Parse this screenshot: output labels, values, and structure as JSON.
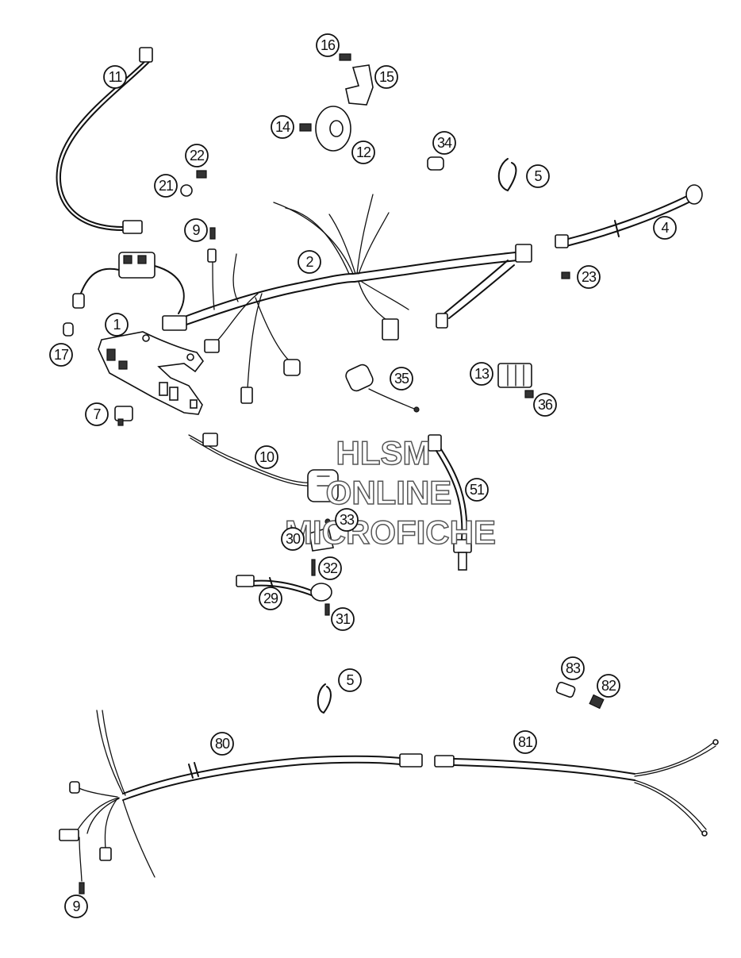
{
  "watermark": {
    "line1": "HLSM",
    "line2": "ONLINE",
    "line3": "MICROFICHE"
  },
  "callouts": [
    {
      "id": "c1",
      "label": "1"
    },
    {
      "id": "c2",
      "label": "2"
    },
    {
      "id": "c4",
      "label": "4"
    },
    {
      "id": "c5a",
      "label": "5"
    },
    {
      "id": "c5b",
      "label": "5"
    },
    {
      "id": "c7",
      "label": "7"
    },
    {
      "id": "c9a",
      "label": "9"
    },
    {
      "id": "c9b",
      "label": "9"
    },
    {
      "id": "c10",
      "label": "10"
    },
    {
      "id": "c11",
      "label": "11"
    },
    {
      "id": "c12",
      "label": "12"
    },
    {
      "id": "c13",
      "label": "13"
    },
    {
      "id": "c14",
      "label": "14"
    },
    {
      "id": "c15",
      "label": "15"
    },
    {
      "id": "c16",
      "label": "16"
    },
    {
      "id": "c17",
      "label": "17"
    },
    {
      "id": "c21",
      "label": "21"
    },
    {
      "id": "c22",
      "label": "22"
    },
    {
      "id": "c23",
      "label": "23"
    },
    {
      "id": "c29",
      "label": "29"
    },
    {
      "id": "c30",
      "label": "30"
    },
    {
      "id": "c31",
      "label": "31"
    },
    {
      "id": "c32",
      "label": "32"
    },
    {
      "id": "c33",
      "label": "33"
    },
    {
      "id": "c34",
      "label": "34"
    },
    {
      "id": "c35",
      "label": "35"
    },
    {
      "id": "c36",
      "label": "36"
    },
    {
      "id": "c51",
      "label": "51"
    },
    {
      "id": "c80",
      "label": "80"
    },
    {
      "id": "c81",
      "label": "81"
    },
    {
      "id": "c82",
      "label": "82"
    },
    {
      "id": "c83",
      "label": "83"
    }
  ]
}
